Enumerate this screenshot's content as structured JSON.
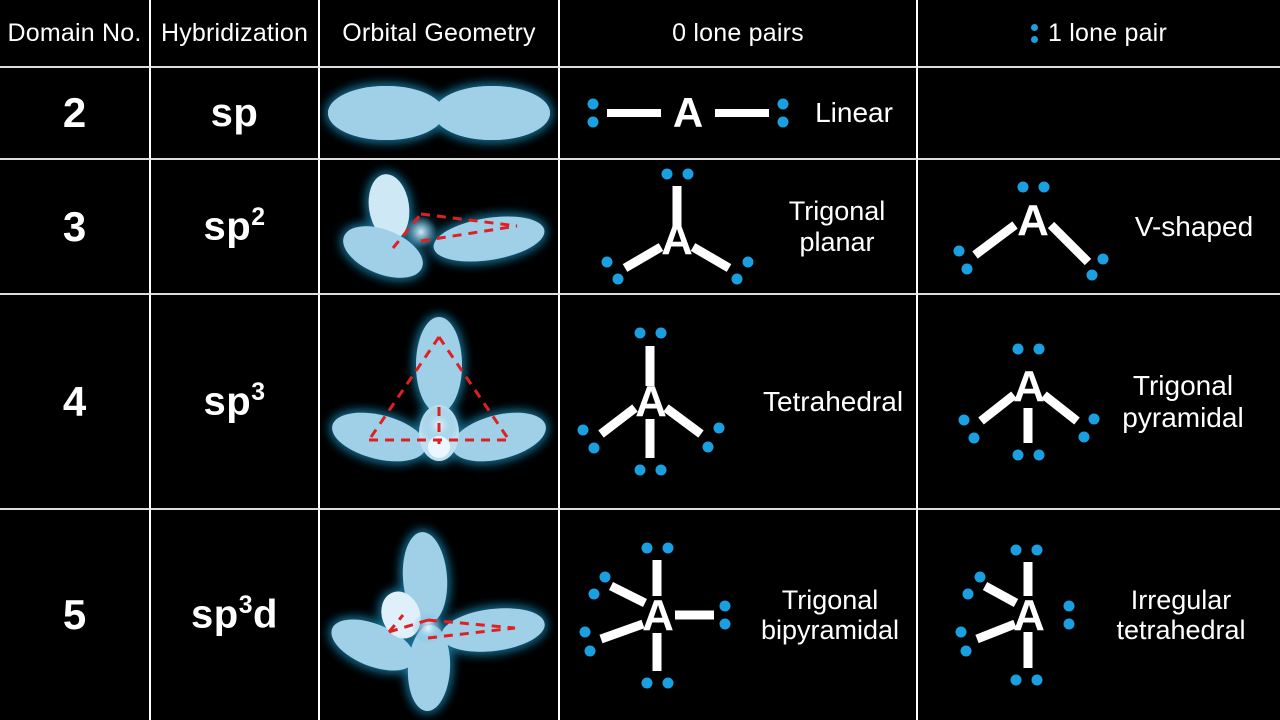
{
  "table": {
    "headers": [
      {
        "label": "Domain No.",
        "name": "header-domain-no"
      },
      {
        "label": "Hybridization",
        "name": "header-hybridization"
      },
      {
        "label": "Orbital Geometry",
        "name": "header-orbital-geometry"
      },
      {
        "label": "0 lone pairs",
        "name": "header-zero-lone-pairs"
      },
      {
        "label": "1 lone pair",
        "name": "header-one-lone-pair"
      }
    ],
    "rows": [
      {
        "domain_no": "2",
        "hybridization": {
          "base": "sp",
          "exponent": "",
          "suffix": ""
        },
        "orbital_geometry": "two-lobe-sp-orbital",
        "zero_lone_pairs": {
          "shape": "Linear",
          "diagram": "linear-molecule",
          "bonds": 2,
          "lone_pairs_on_center": 0
        },
        "one_lone_pair": {
          "shape": "",
          "diagram": "",
          "bonds": 0,
          "lone_pairs_on_center": 0
        }
      },
      {
        "domain_no": "3",
        "hybridization": {
          "base": "sp",
          "exponent": "2",
          "suffix": ""
        },
        "orbital_geometry": "three-lobe-sp2-orbital",
        "zero_lone_pairs": {
          "shape": "Trigonal\nplanar",
          "diagram": "trigonal-planar-molecule",
          "bonds": 3,
          "lone_pairs_on_center": 0
        },
        "one_lone_pair": {
          "shape": "V-shaped",
          "diagram": "v-shaped-molecule",
          "bonds": 2,
          "lone_pairs_on_center": 1
        }
      },
      {
        "domain_no": "4",
        "hybridization": {
          "base": "sp",
          "exponent": "3",
          "suffix": ""
        },
        "orbital_geometry": "four-lobe-sp3-orbital",
        "zero_lone_pairs": {
          "shape": "Tetrahedral",
          "diagram": "tetrahedral-molecule",
          "bonds": 4,
          "lone_pairs_on_center": 0
        },
        "one_lone_pair": {
          "shape": "Trigonal\npyramidal",
          "diagram": "trigonal-pyramidal-molecule",
          "bonds": 3,
          "lone_pairs_on_center": 1
        }
      },
      {
        "domain_no": "5",
        "hybridization": {
          "base": "sp",
          "exponent": "3",
          "suffix": "d"
        },
        "orbital_geometry": "five-lobe-sp3d-orbital",
        "zero_lone_pairs": {
          "shape": "Trigonal\nbipyramidal",
          "diagram": "trigonal-bipyramidal-molecule",
          "bonds": 5,
          "lone_pairs_on_center": 0
        },
        "one_lone_pair": {
          "shape": "Irregular\ntetrahedral",
          "diagram": "irregular-tetrahedral-molecule",
          "bonds": 4,
          "lone_pairs_on_center": 1
        }
      }
    ],
    "central_atom_label": "A"
  },
  "colors": {
    "background": "#000000",
    "text": "#ffffff",
    "grid_line": "#ffffff",
    "lone_pair_dot": "#1a9fe0",
    "orbital_lobe": "#9fd0e8",
    "orbital_glow": "#1b6f93",
    "geometry_guide": "#e02020"
  }
}
